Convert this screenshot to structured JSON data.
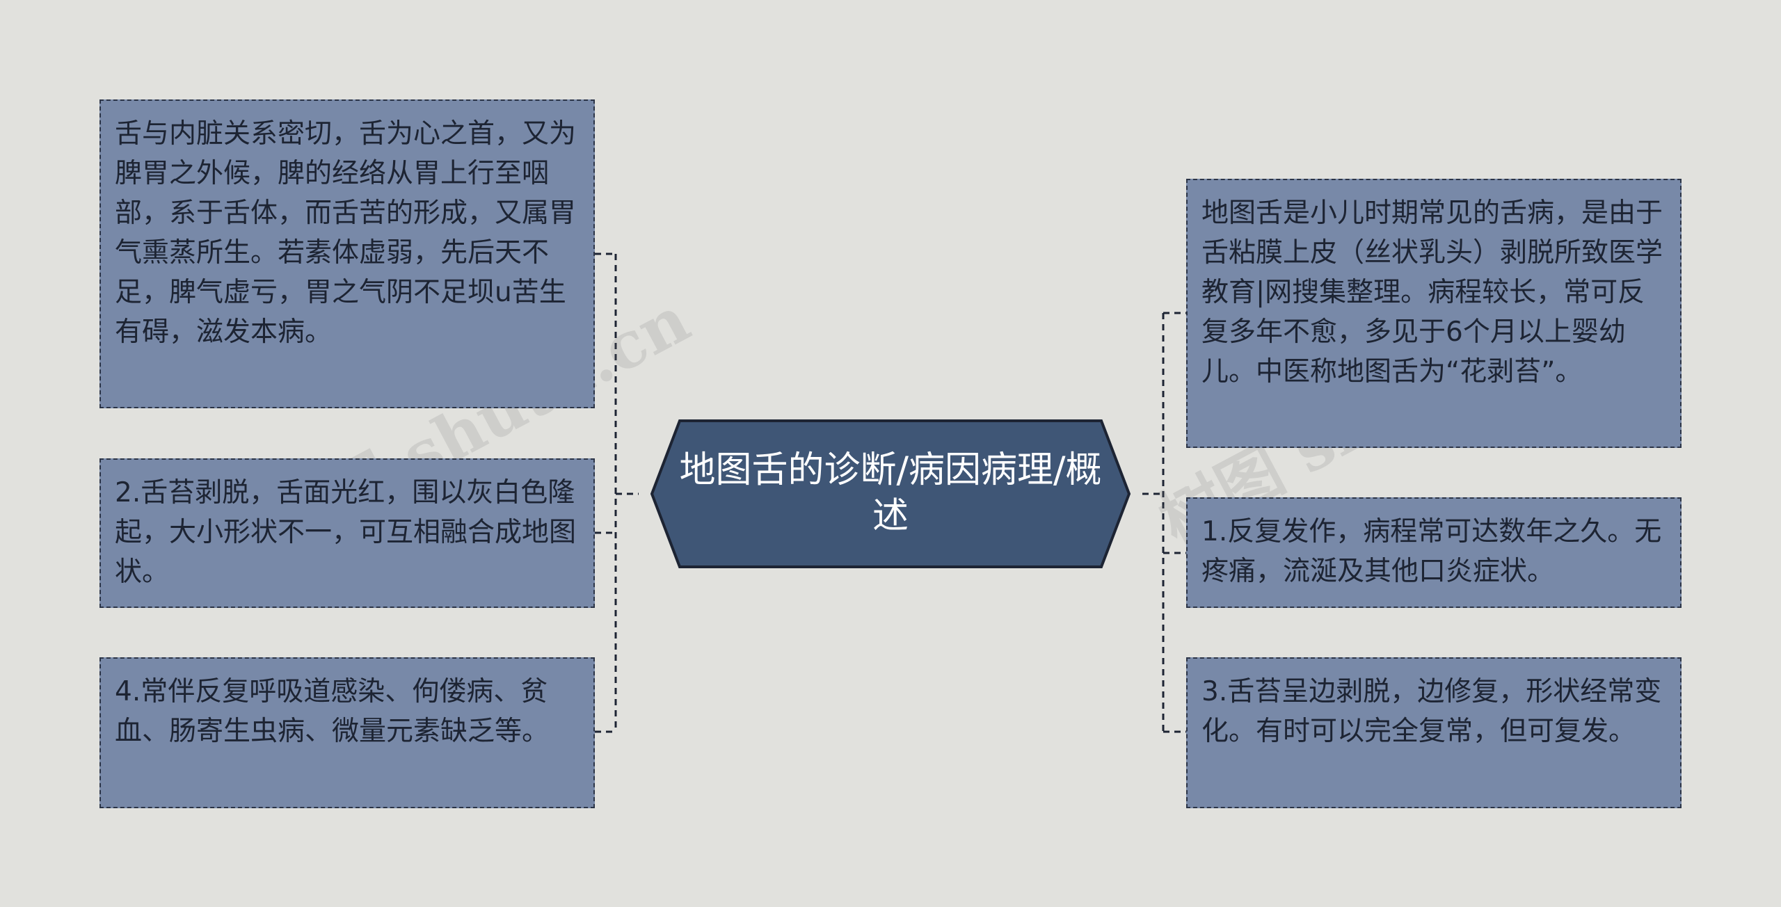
{
  "center_topic": "地图舌的诊断/病因病理/概述",
  "left_nodes": [
    "舌与内脏关系密切，舌为心之首，又为脾胃之外候，脾的经络从胃上行至咽部，系于舌体，而舌苦的形成，又属胃气熏蒸所生。若素体虚弱，先后天不足，脾气虚亏，胃之气阴不足坝u苦生有碍，滋发本病。",
    "2.舌苔剥脱，舌面光红，围以灰白色隆起，大小形状不一，可互相融合成地图状。",
    "4.常伴反复呼吸道感染、佝偻病、贫血、肠寄生虫病、微量元素缺乏等。"
  ],
  "right_nodes": [
    "地图舌是小儿时期常见的舌病，是由于舌粘膜上皮（丝状乳头）剥脱所致医学教育|网搜集整理。病程较长，常可反复多年不愈，多见于6个月以上婴幼儿。中医称地图舌为“花剥苔”。",
    "1.反复发作，病程常可达数年之久。无疼痛，流涎及其他口炎症状。",
    "3.舌苔呈边剥脱，边修复，形状经常变化。有时可以完全复常，但可复发。"
  ],
  "watermark": "树图 shutu.cn",
  "colors": {
    "background": "#e1e1dd",
    "node_fill": "#7889a8",
    "center_fill": "#3f5676",
    "border": "#2b3447"
  }
}
